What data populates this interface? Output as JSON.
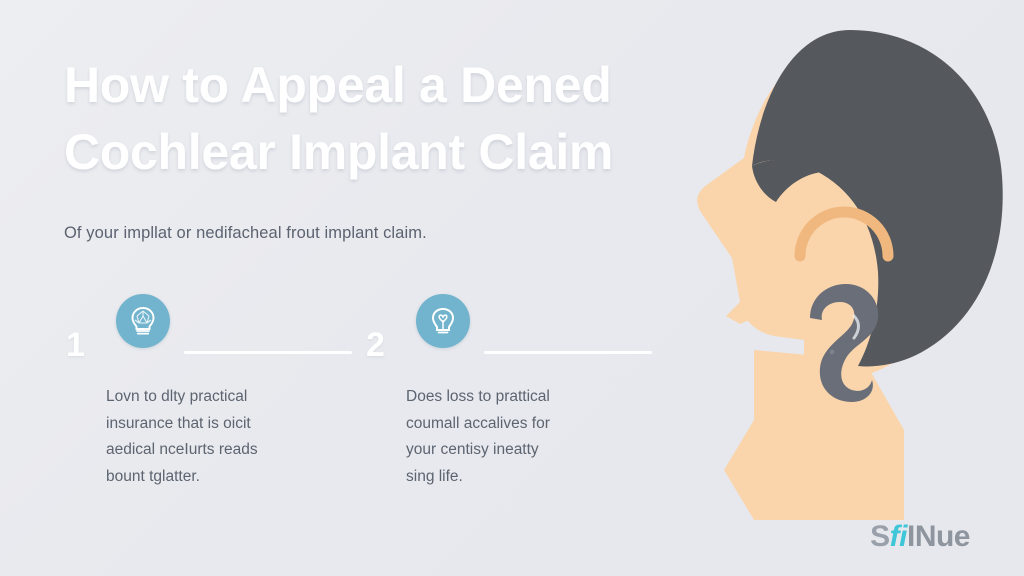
{
  "poster": {
    "background_color": "#eaebef",
    "accent_color": "#72b4cd",
    "title_color": "#ffffff",
    "body_text_color": "#5c6470"
  },
  "title": {
    "line1": "How to Appeal a Dened",
    "line2": "Cochlear Implant Claim"
  },
  "subtitle": {
    "text": "Of your impllat or nedifacheal frout implant claim."
  },
  "steps": [
    {
      "number": "1",
      "icon": "lightbulb-idea-icon",
      "body": "Lovn to dlty practical\ninsurance that is oicit\naedical nceIurts reads\nbount tglatter."
    },
    {
      "number": "2",
      "icon": "lightbulb-outline-icon",
      "body": "Does loss to prattical\ncoumall accalives for\nyour centisy ineatty\nsing life."
    }
  ],
  "illustration": {
    "name": "head-profile-with-cochlear-implant",
    "hair_color": "#55585c",
    "skin_color": "#fad5ac",
    "ear_arc_color": "#f0b87e",
    "implant_color": "#6a6e78"
  },
  "logo": {
    "part1": "S",
    "part2": "fi",
    "part3": "INue"
  }
}
